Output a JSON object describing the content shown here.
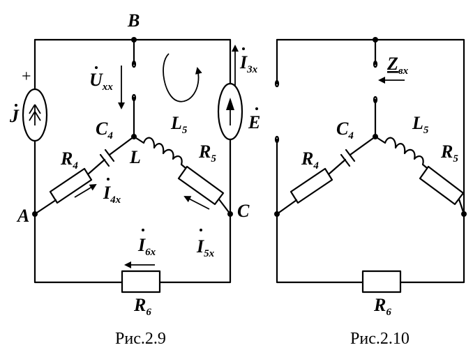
{
  "figure_29": {
    "nodes": {
      "B": "B",
      "A": "A",
      "C": "C",
      "L": "L"
    },
    "source_J": {
      "symbol": "J",
      "sign": "+"
    },
    "source_E": {
      "symbol": "E"
    },
    "voltage_Uxx": {
      "symbol": "U",
      "sub": "xx"
    },
    "current_I3": {
      "symbol": "I",
      "sub": "3x"
    },
    "current_I4": {
      "symbol": "I",
      "sub": "4x"
    },
    "current_I5": {
      "symbol": "I",
      "sub": "5x"
    },
    "current_I6": {
      "symbol": "I",
      "sub": "6x"
    },
    "capacitor_C4": {
      "symbol": "C",
      "sub": "4"
    },
    "inductor_L5": {
      "symbol": "L",
      "sub": "5"
    },
    "resistor_R4": {
      "symbol": "R",
      "sub": "4"
    },
    "resistor_R5": {
      "symbol": "R",
      "sub": "5"
    },
    "resistor_R6": {
      "symbol": "R",
      "sub": "6"
    },
    "caption": "Рис.2.9"
  },
  "figure_210": {
    "impedance_label": {
      "symbol": "Z",
      "sub": "вх"
    },
    "capacitor_C4": {
      "symbol": "C",
      "sub": "4"
    },
    "inductor_L5": {
      "symbol": "L",
      "sub": "5"
    },
    "resistor_R4": {
      "symbol": "R",
      "sub": "4"
    },
    "resistor_R5": {
      "symbol": "R",
      "sub": "5"
    },
    "resistor_R6": {
      "symbol": "R",
      "sub": "6"
    },
    "caption": "Рис.2.10"
  }
}
